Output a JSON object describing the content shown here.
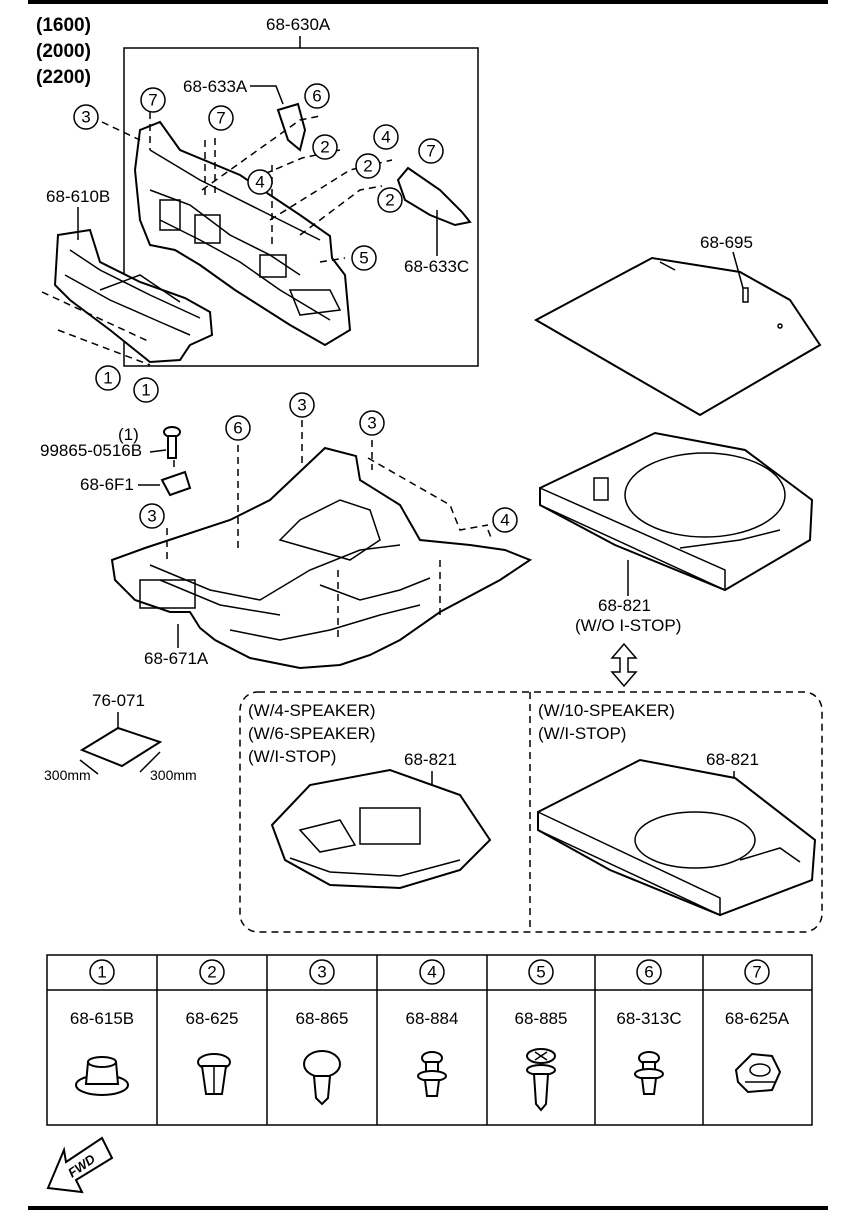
{
  "engine_variants": [
    "(1600)",
    "(2000)",
    "(2200)"
  ],
  "parts": {
    "dash_insulator": "68-630A",
    "dash_bracket_a": "68-633A",
    "dash_bracket_c": "68-633C",
    "front_panel": "68-610B",
    "rear_board": "68-695",
    "bolt_qty": "(1)",
    "bolt": "99865-0516B",
    "clip": "68-6F1",
    "floor_mat": "68-671A",
    "trunk_board": "68-821",
    "trunk_board_note": "(W/O I-STOP)",
    "material_pad": "76-071",
    "pad_dim_1": "300mm",
    "pad_dim_2": "300mm"
  },
  "variant_box": {
    "left_conditions": [
      "(W/4-SPEAKER)",
      "(W/6-SPEAKER)",
      "(W/I-STOP)"
    ],
    "left_part": "68-821",
    "right_conditions": [
      "(W/10-SPEAKER)",
      "(W/I-STOP)"
    ],
    "right_part": "68-821"
  },
  "callouts": [
    "1",
    "1",
    "2",
    "2",
    "2",
    "3",
    "3",
    "3",
    "3",
    "4",
    "4",
    "4",
    "5",
    "6",
    "6",
    "7",
    "7",
    "7"
  ],
  "fastener_table": [
    {
      "index": "1",
      "part": "68-615B"
    },
    {
      "index": "2",
      "part": "68-625"
    },
    {
      "index": "3",
      "part": "68-865"
    },
    {
      "index": "4",
      "part": "68-884"
    },
    {
      "index": "5",
      "part": "68-885"
    },
    {
      "index": "6",
      "part": "68-313C"
    },
    {
      "index": "7",
      "part": "68-625A"
    }
  ],
  "direction_label": "FWD"
}
